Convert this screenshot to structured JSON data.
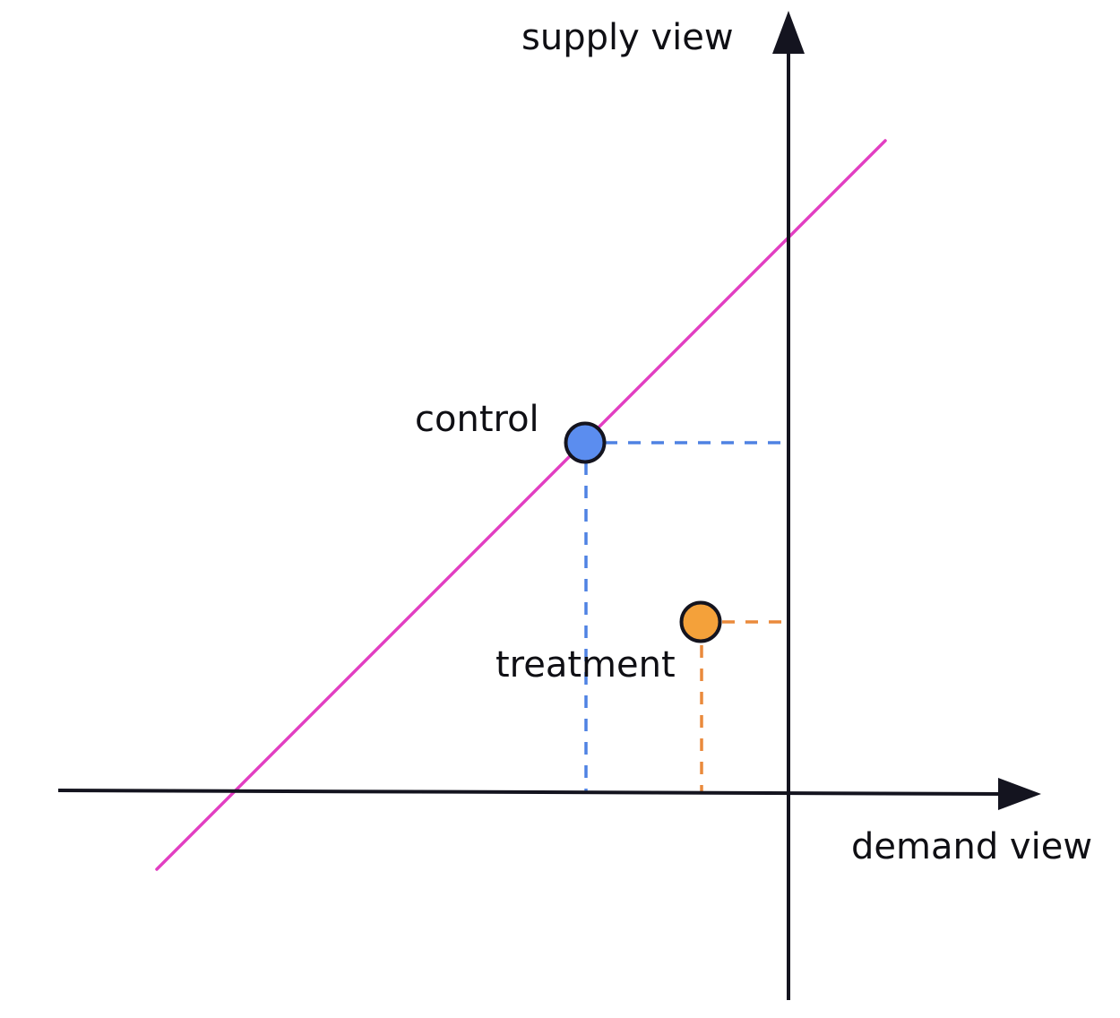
{
  "labels": {
    "y_axis": "supply view",
    "x_axis": "demand view",
    "control": "control",
    "treatment": "treatment"
  },
  "colors": {
    "axis": "#14141f",
    "diagonal_line": "#e23fc2",
    "control_point": "#5b8def",
    "control_guide": "#4f82e3",
    "treatment_point": "#f4a13a",
    "treatment_guide": "#ea8a3c",
    "point_outline": "#14141f"
  }
}
